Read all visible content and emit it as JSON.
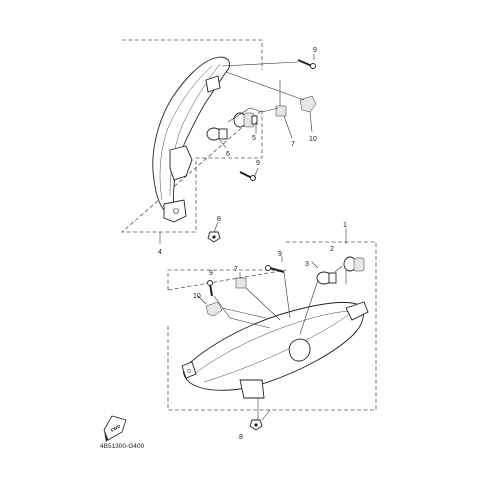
{
  "diagram": {
    "code": "4B51300-G400",
    "fwd_label": "FWD",
    "callouts": {
      "c1": "1",
      "c2": "2",
      "c3": "3",
      "c4": "4",
      "c5": "5",
      "c6": "6",
      "c7a": "7",
      "c7b": "7",
      "c8a": "8",
      "c8b": "8",
      "c9a": "9",
      "c9b": "9",
      "c9c": "9",
      "c9d": "9",
      "c10a": "10",
      "c10b": "10"
    }
  }
}
